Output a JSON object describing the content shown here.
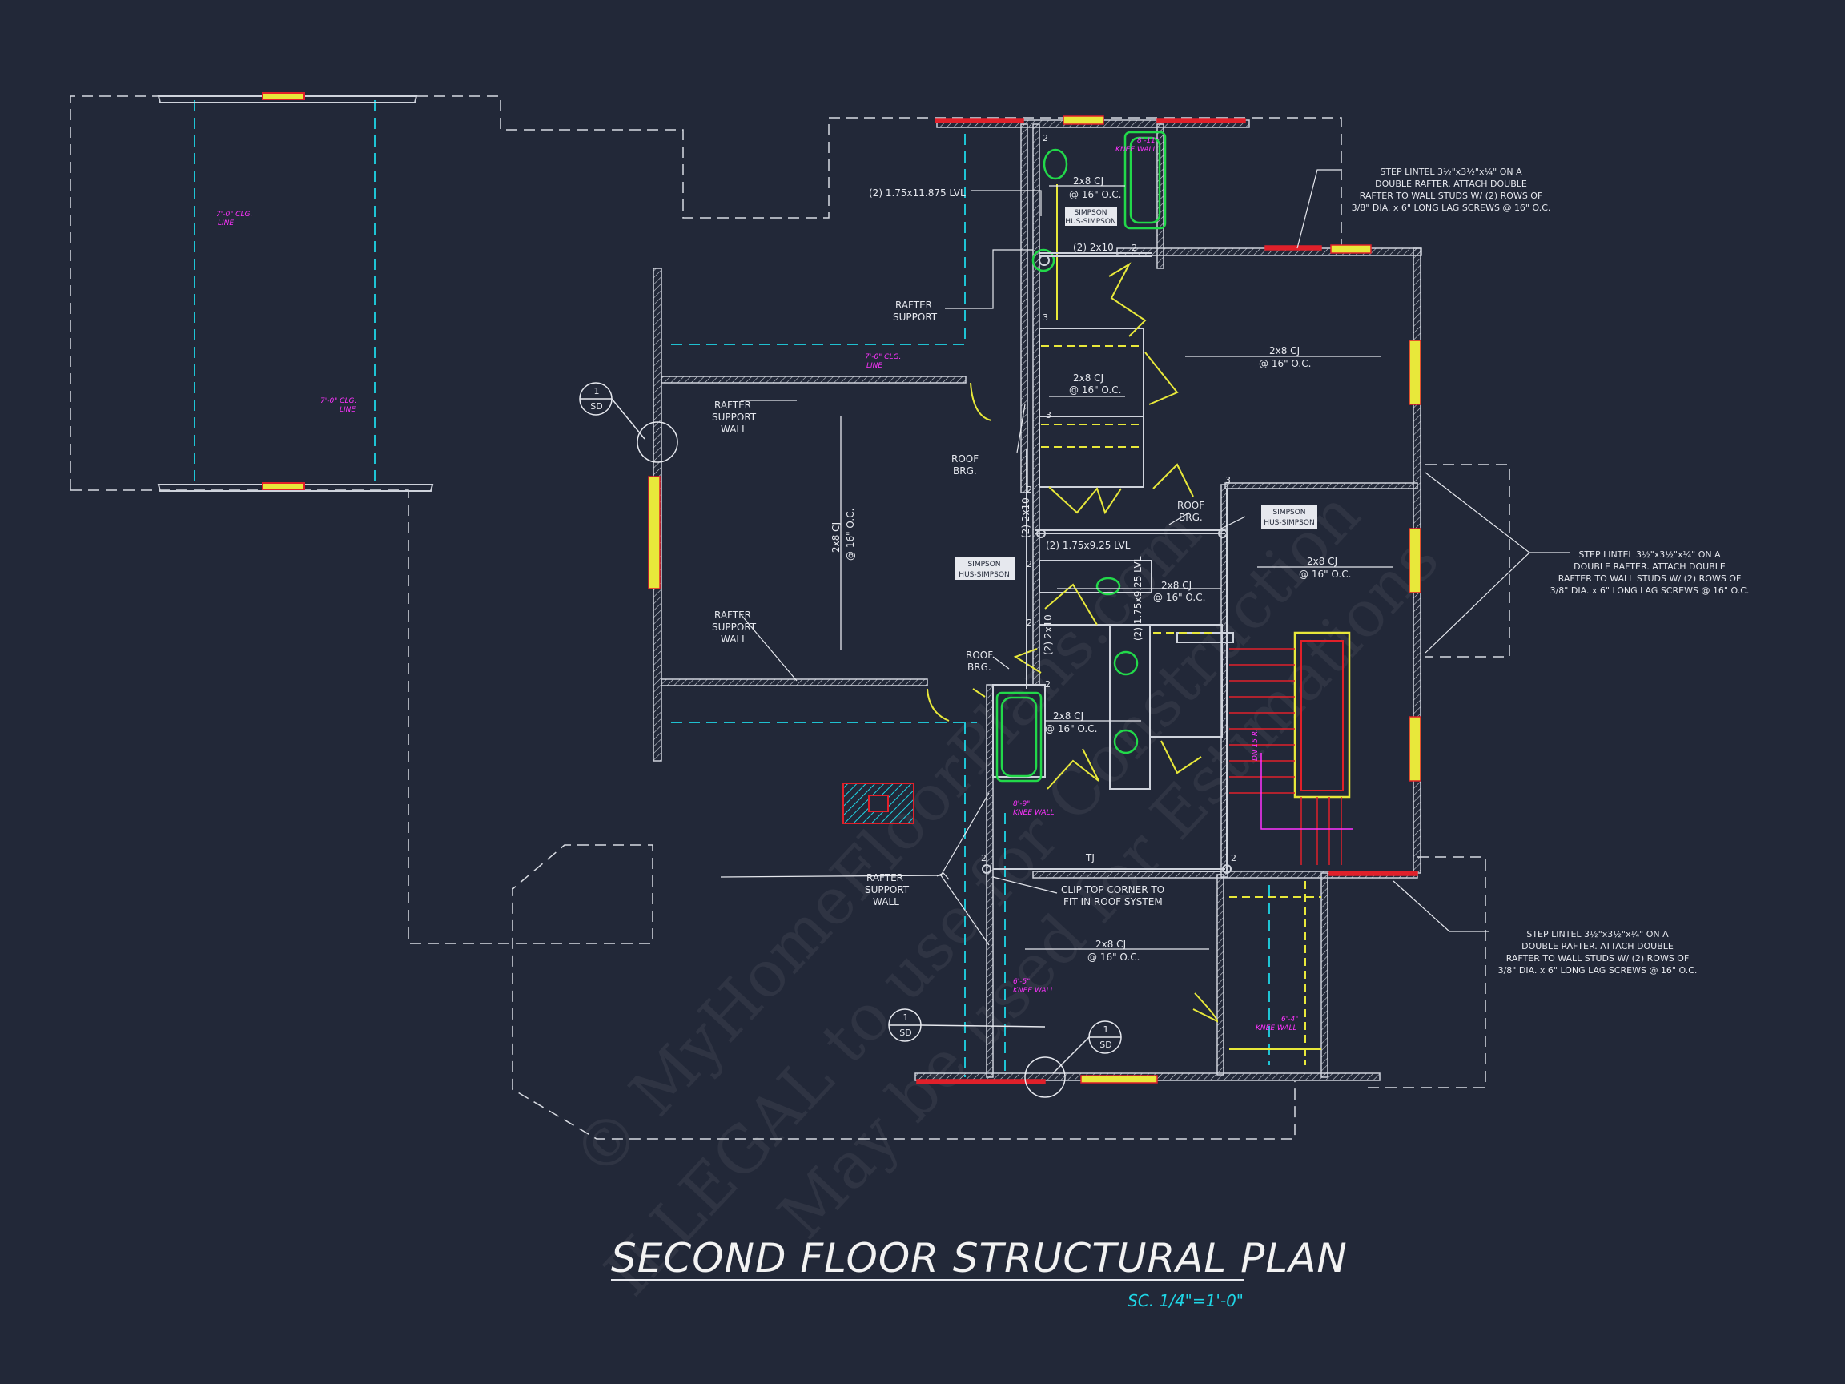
{
  "title": "SECOND FLOOR STRUCTURAL PLAN",
  "scale": "SC. 1/4\"=1'-0\"",
  "watermark": {
    "line1": "© MyHomeFloorPlans.com",
    "line2": "ILLEGAL to use for Construction",
    "line3": "May be used for Estimations"
  },
  "notes": {
    "step_lintel_top": [
      "STEP LINTEL 3½\"x3½\"x¼\" ON A",
      "DOUBLE RAFTER.  ATTACH DOUBLE",
      "RAFTER TO WALL STUDS W/ (2) ROWS OF",
      "3/8\" DIA. x 6\" LONG LAG SCREWS @ 16\" O.C."
    ],
    "step_lintel_mid": [
      "STEP LINTEL 3½\"x3½\"x¼\" ON A",
      "DOUBLE RAFTER.  ATTACH DOUBLE",
      "RAFTER TO WALL STUDS W/ (2) ROWS OF",
      "3/8\" DIA. x 6\" LONG LAG SCREWS @ 16\" O.C."
    ],
    "step_lintel_bottom": [
      "STEP LINTEL 3½\"x3½\"x¼\" ON A",
      "DOUBLE RAFTER.  ATTACH DOUBLE",
      "RAFTER TO WALL STUDS W/ (2) ROWS OF",
      "3/8\" DIA. x 6\" LONG LAG SCREWS @ 16\" O.C."
    ],
    "clip_top": [
      "CLIP TOP CORNER TO",
      "FIT IN ROOF SYSTEM"
    ]
  },
  "labels": {
    "lvl_top": "(2) 1.75x11.875 LVL",
    "lvl_mid": "(2) 1.75x9.25 LVL",
    "lvl_vert": "(2) 1.75x9.25 LVL",
    "two_by_ten_a": "(2) 2x10",
    "two_by_ten_b": "(2) 2x10",
    "two_by_ten_c": "(2) 2x10",
    "cj": "2x8 CJ",
    "oc": "@ 16\" O.C.",
    "rafter_support": [
      "RAFTER",
      "SUPPORT"
    ],
    "rafter_support_wall": [
      "RAFTER",
      "SUPPORT",
      "WALL"
    ],
    "roof_brg": [
      "ROOF",
      "BRG."
    ],
    "tj": "TJ",
    "dn": "DN 15 R.",
    "sd": "SD",
    "section": "1",
    "clg_line": [
      "7'-0\" CLG.",
      "LINE"
    ],
    "knee_88": [
      "8'-11\"",
      "KNEE WALL"
    ],
    "knee_89": [
      "8'-9\"",
      "KNEE WALL"
    ],
    "knee_65": [
      "6'-5\"",
      "KNEE WALL"
    ],
    "knee_64": [
      "6'-4\"",
      "KNEE WALL"
    ],
    "hanger_a": [
      "SIMPSON",
      "HUS-SIMPSON"
    ],
    "hanger_b": [
      "SIMPSON",
      "HUS-SIMPSON"
    ],
    "hanger_c": [
      "SIMPSON",
      "HUS-SIMPSON"
    ],
    "num2": "2",
    "num3": "3"
  },
  "colors": {
    "background": "#222838",
    "wall": "#cfd3dc",
    "dashed": "#d8dbe2",
    "cyan": "#1fd6e6",
    "magenta": "#ff33ff",
    "yellow": "#e8e83a",
    "red": "#e0202a",
    "green": "#22d94a"
  }
}
